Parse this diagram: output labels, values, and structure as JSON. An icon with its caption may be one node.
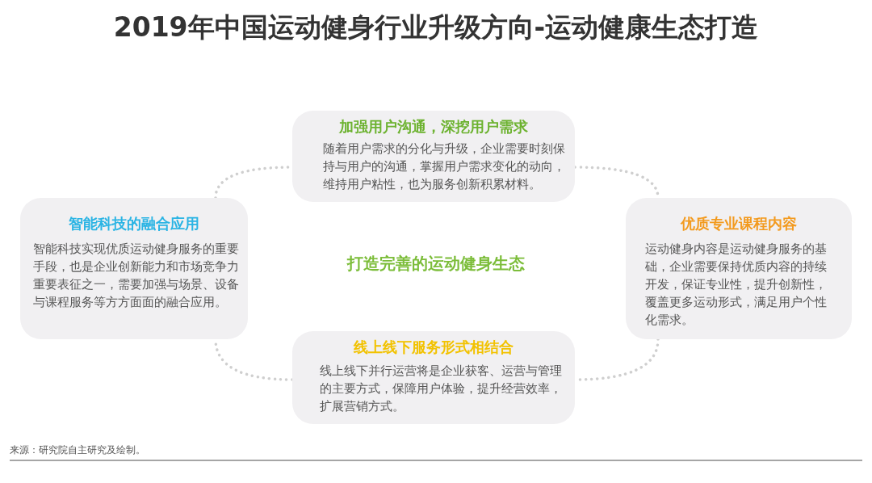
{
  "diagram": {
    "title": "2019年中国运动健身行业升级方向-运动健康生态打造",
    "nodes": [
      {
        "text": [
          "加强用户沟通，深挖用户需求",
          "随着用户需求的分化与升级，企业需要时刻保持与用户的沟通，掌握用户需求变化的动向，维持用户粘性，也为服务创新积累材料。"
        ]
      },
      {
        "text": [
          "智能科技的融合应用",
          "智能科技实现优质运动健身服务的重要手段，也是企业创新能力和市场竞争力重要表征之一，需要加强与场景、设备与课程服务等方方面面的融合应用。"
        ]
      },
      {
        "text": [
          "优质专业课程内容",
          "运动健身内容是运动健身服务的基础，企业需要保持优质内容的持续开发，保证专业性，提升创新性，覆盖更多运动形式，满足用户个性化需求。"
        ]
      },
      {
        "text": [
          "线上线下服务形式相结合",
          "线上线下并行运营将是企业获客、运营与管理的主要方式，保障用户体验，提升经营效率，扩展营销方式。"
        ]
      }
    ],
    "edges": [
      {
        "from": 1,
        "to": 0,
        "arrow": "none"
      },
      {
        "from": 0,
        "to": 2,
        "arrow": "none"
      },
      {
        "from": 2,
        "to": 3,
        "arrow": "none"
      },
      {
        "from": 3,
        "to": 1,
        "arrow": "none"
      }
    ],
    "labels": [
      "打造完善的运动健身生态",
      "来源：研究院自主研究及绘制。"
    ]
  }
}
